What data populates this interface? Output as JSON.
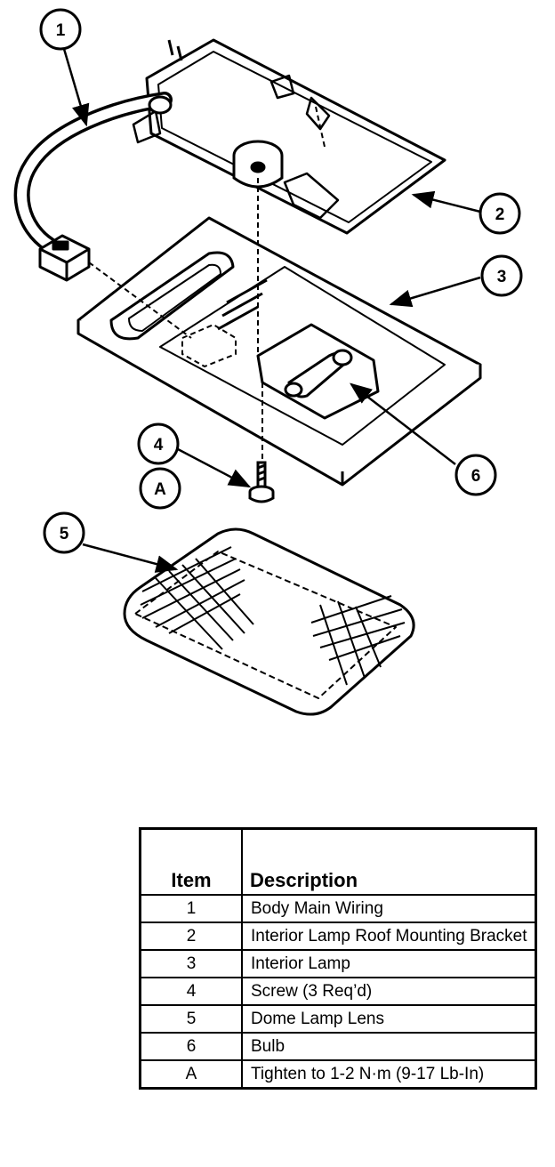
{
  "callouts": {
    "c1": "1",
    "c2": "2",
    "c3": "3",
    "c4": "4",
    "cA": "A",
    "c5": "5",
    "c6": "6"
  },
  "table": {
    "headers": {
      "item": "Item",
      "description": "Description"
    },
    "rows": [
      {
        "item": "1",
        "description": "Body Main Wiring"
      },
      {
        "item": "2",
        "description": "Interior Lamp Roof Mounting Bracket"
      },
      {
        "item": "3",
        "description": "Interior Lamp"
      },
      {
        "item": "4",
        "description": "Screw (3 Req’d)"
      },
      {
        "item": "5",
        "description": "Dome Lamp Lens"
      },
      {
        "item": "6",
        "description": "Bulb"
      },
      {
        "item": "A",
        "description": "Tighten to 1-2 N·m (9-17 Lb-In)"
      }
    ]
  }
}
